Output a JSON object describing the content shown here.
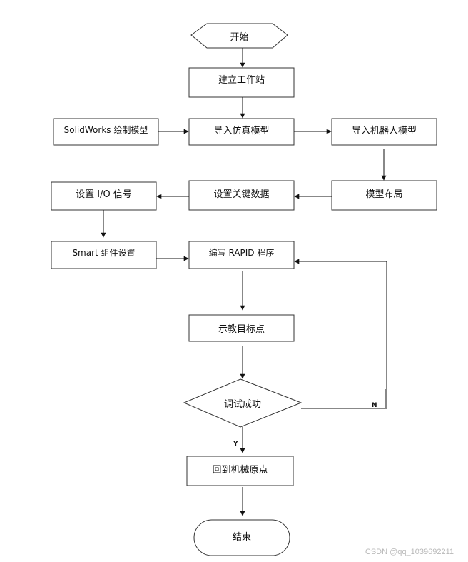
{
  "flowchart": {
    "start": "开始",
    "build_station": "建立工作站",
    "solidworks_model": "SolidWorks 绘制模型",
    "import_sim_model": "导入仿真模型",
    "import_robot_model": "导入机器人模型",
    "model_layout": "模型布局",
    "set_key_data": "设置关键数据",
    "set_io_signal": "设置 I/O 信号",
    "smart_component": "Smart 组件设置",
    "write_rapid": "编写 RAPID 程序",
    "teach_target": "示教目标点",
    "debug_success": "调试成功",
    "return_origin": "回到机械原点",
    "end": "结束",
    "yes_label": "Y",
    "no_label": "N"
  },
  "watermark": "CSDN @qq_1039692211"
}
